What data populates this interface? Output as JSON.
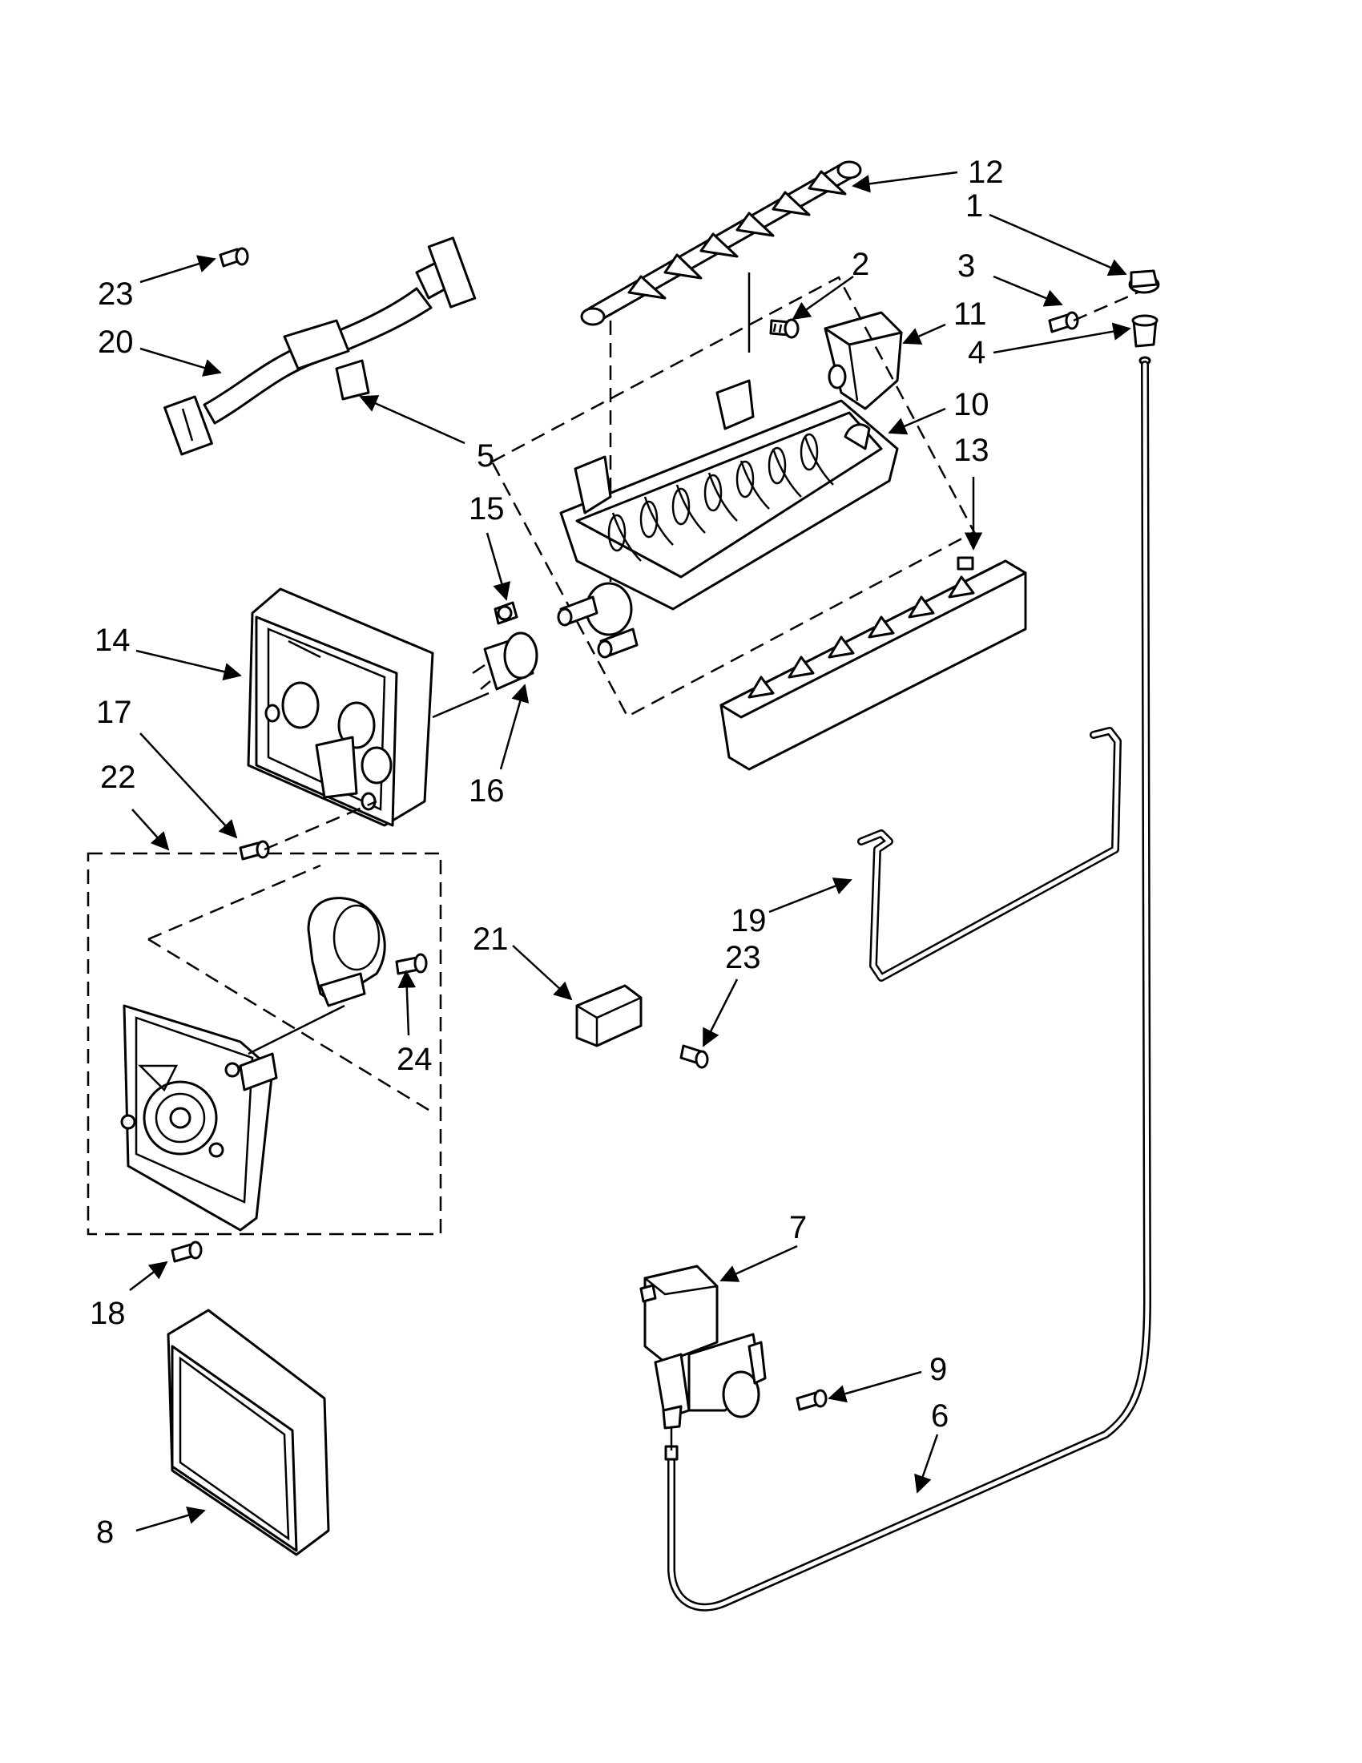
{
  "callouts": [
    {
      "id": "c1",
      "label": "1"
    },
    {
      "id": "c2",
      "label": "2"
    },
    {
      "id": "c3",
      "label": "3"
    },
    {
      "id": "c4",
      "label": "4"
    },
    {
      "id": "c5",
      "label": "5"
    },
    {
      "id": "c6",
      "label": "6"
    },
    {
      "id": "c7",
      "label": "7"
    },
    {
      "id": "c8",
      "label": "8"
    },
    {
      "id": "c9",
      "label": "9"
    },
    {
      "id": "c10",
      "label": "10"
    },
    {
      "id": "c11",
      "label": "11"
    },
    {
      "id": "c12",
      "label": "12"
    },
    {
      "id": "c13",
      "label": "13"
    },
    {
      "id": "c14",
      "label": "14"
    },
    {
      "id": "c15",
      "label": "15"
    },
    {
      "id": "c16",
      "label": "16"
    },
    {
      "id": "c17",
      "label": "17"
    },
    {
      "id": "c18",
      "label": "18"
    },
    {
      "id": "c19",
      "label": "19"
    },
    {
      "id": "c20",
      "label": "20"
    },
    {
      "id": "c21",
      "label": "21"
    },
    {
      "id": "c22",
      "label": "22"
    },
    {
      "id": "c23a",
      "label": "23"
    },
    {
      "id": "c23b",
      "label": "23"
    },
    {
      "id": "c24",
      "label": "24"
    }
  ]
}
